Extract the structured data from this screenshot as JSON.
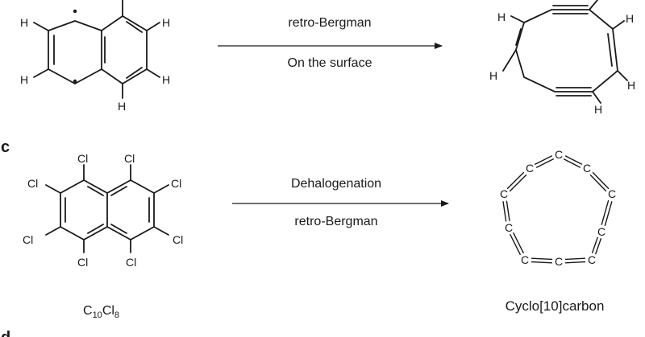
{
  "panels": {
    "c": "c",
    "d": "d"
  },
  "scheme_top": {
    "atom_label": "H",
    "arrow_above": "retro-Bergman",
    "arrow_below": "On the surface"
  },
  "scheme_c": {
    "reactant_atom": "Cl",
    "reactant_formula": {
      "c": "C",
      "c_sub": "10",
      "cl": "Cl",
      "cl_sub": "8"
    },
    "arrow_above": "Dehalogenation",
    "arrow_below": "retro-Bergman",
    "ring_atom": "C",
    "product_name": "Cyclo[10]carbon"
  }
}
